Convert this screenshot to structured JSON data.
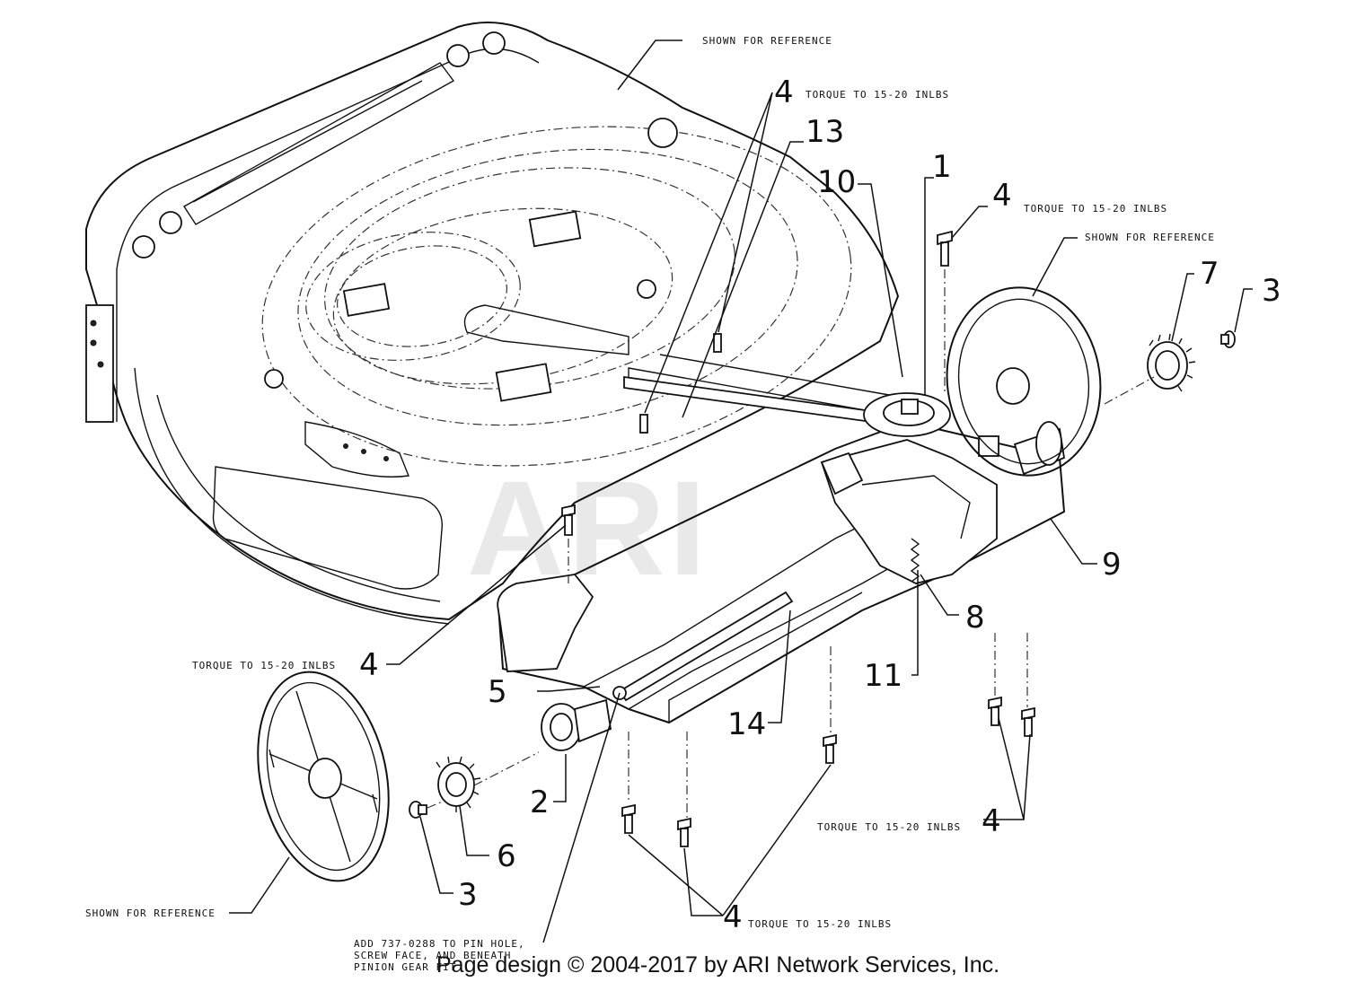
{
  "watermark": "ARI",
  "notes": {
    "ref_top": "SHOWN FOR REFERENCE",
    "ref_right": "SHOWN FOR REFERENCE",
    "ref_bottom": "SHOWN FOR REFERENCE",
    "torque_top": "TORQUE TO 15-20 INLBS",
    "torque_right": "TORQUE TO 15-20 INLBS",
    "torque_left": "TORQUE TO 15-20 INLBS",
    "torque_lower_right": "TORQUE TO 15-20 INLBS",
    "torque_bottom": "TORQUE TO 15-20 INLBS",
    "pin_note_line1": "ADD 737-0288 TO PIN HOLE,",
    "pin_note_line2": "SCREW FACE, AND BENEATH",
    "pin_note_line3": "PINION GEAR FIT"
  },
  "callouts": {
    "c4_top": "4",
    "c13": "13",
    "c10": "10",
    "c1": "1",
    "c4_right": "4",
    "c7": "7",
    "c3_right": "3",
    "c9": "9",
    "c8": "8",
    "c11": "11",
    "c14": "14",
    "c4_left": "4",
    "c5": "5",
    "c2": "2",
    "c6": "6",
    "c3_left": "3",
    "c4_lower_right": "4",
    "c4_bottom": "4"
  },
  "footer": "Page design © 2004-2017 by ARI Network Services, Inc."
}
